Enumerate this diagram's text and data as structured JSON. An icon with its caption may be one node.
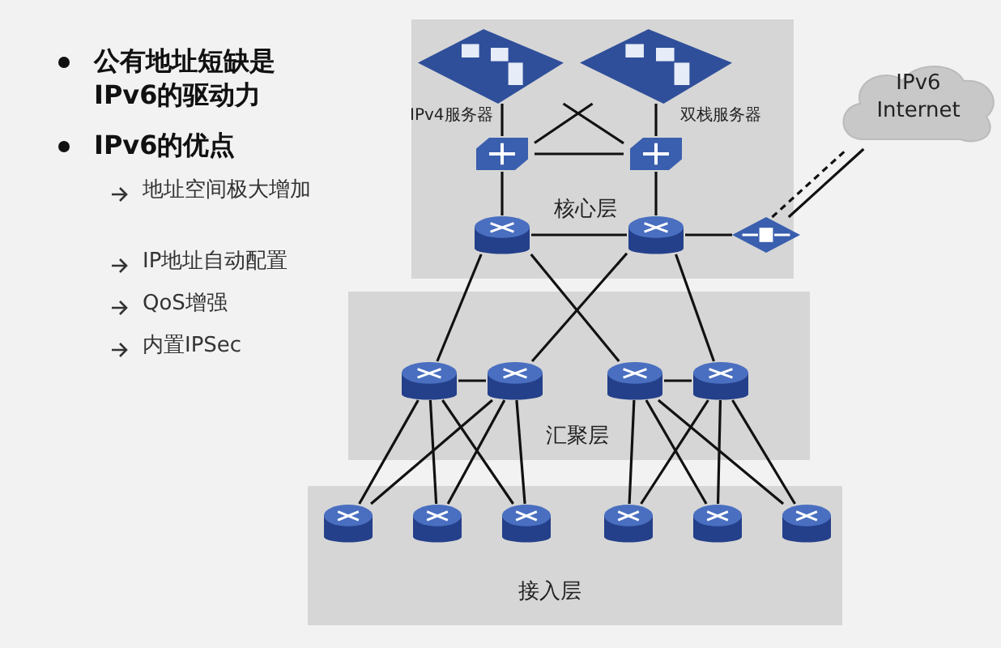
{
  "diagram": {
    "nodes": [
      {
        "text": [
          "核心层"
        ]
      },
      {
        "text": [],
        "shape": "picture",
        "beside": [
          "IPv4服务器"
        ],
        "in": 0
      },
      {
        "text": [],
        "shape": "picture",
        "beside": [
          "双栈服务器"
        ],
        "in": 0
      },
      {
        "text": [],
        "shape": "picture",
        "in": 0
      },
      {
        "text": [],
        "shape": "picture",
        "in": 0
      },
      {
        "text": [],
        "shape": "picture",
        "in": 0
      },
      {
        "text": [],
        "shape": "picture",
        "in": 0
      },
      {
        "text": [],
        "shape": "picture"
      },
      {
        "text": [
          "IPv6 Internet"
        ]
      },
      {
        "text": [
          "汇聚层"
        ]
      },
      {
        "text": [],
        "shape": "picture",
        "in": 9
      },
      {
        "text": [],
        "shape": "picture",
        "in": 9
      },
      {
        "text": [],
        "shape": "picture",
        "in": 9
      },
      {
        "text": [],
        "shape": "picture",
        "in": 9
      },
      {
        "text": [
          "接入层"
        ]
      },
      {
        "text": [],
        "shape": "picture",
        "in": 14
      },
      {
        "text": [],
        "shape": "picture",
        "in": 14
      },
      {
        "text": [],
        "shape": "picture",
        "in": 14
      },
      {
        "text": [],
        "shape": "picture",
        "in": 14
      },
      {
        "text": [],
        "shape": "picture",
        "in": 14
      },
      {
        "text": [],
        "shape": "picture",
        "in": 14
      }
    ],
    "edges": [
      {
        "from": 1,
        "to": 3,
        "arrow": "none"
      },
      {
        "from": 1,
        "to": 4,
        "arrow": "none"
      },
      {
        "from": 2,
        "to": 3,
        "arrow": "none"
      },
      {
        "from": 2,
        "to": 4,
        "arrow": "none"
      },
      {
        "from": 3,
        "to": 4,
        "arrow": "none"
      },
      {
        "from": 3,
        "to": 5,
        "arrow": "none"
      },
      {
        "from": 4,
        "to": 6,
        "arrow": "none"
      },
      {
        "from": 5,
        "to": 6,
        "arrow": "none"
      },
      {
        "from": 6,
        "to": 7,
        "arrow": "none"
      },
      {
        "from": 7,
        "to": 8,
        "arrow": "none"
      },
      {
        "from": 7,
        "to": 8,
        "arrow": "none",
        "style": "dashed"
      },
      {
        "from": 5,
        "to": 10,
        "arrow": "none"
      },
      {
        "from": 5,
        "to": 12,
        "arrow": "none"
      },
      {
        "from": 6,
        "to": 11,
        "arrow": "none"
      },
      {
        "from": 6,
        "to": 13,
        "arrow": "none"
      },
      {
        "from": 10,
        "to": 11,
        "arrow": "none"
      },
      {
        "from": 12,
        "to": 13,
        "arrow": "none"
      },
      {
        "from": 10,
        "to": 15,
        "arrow": "none"
      },
      {
        "from": 10,
        "to": 16,
        "arrow": "none"
      },
      {
        "from": 10,
        "to": 17,
        "arrow": "none"
      },
      {
        "from": 11,
        "to": 15,
        "arrow": "none"
      },
      {
        "from": 11,
        "to": 16,
        "arrow": "none"
      },
      {
        "from": 11,
        "to": 17,
        "arrow": "none"
      },
      {
        "from": 12,
        "to": 18,
        "arrow": "none"
      },
      {
        "from": 12,
        "to": 19,
        "arrow": "none"
      },
      {
        "from": 12,
        "to": 20,
        "arrow": "none"
      },
      {
        "from": 13,
        "to": 18,
        "arrow": "none"
      },
      {
        "from": 13,
        "to": 19,
        "arrow": "none"
      },
      {
        "from": 13,
        "to": 20,
        "arrow": "none"
      }
    ],
    "labels": [
      "公有地址短缺是IPv6的驱动力",
      "IPv6的优点",
      "地址空间极大增加",
      "IP地址自动配置",
      "QoS增强",
      "内置IPSec"
    ]
  }
}
